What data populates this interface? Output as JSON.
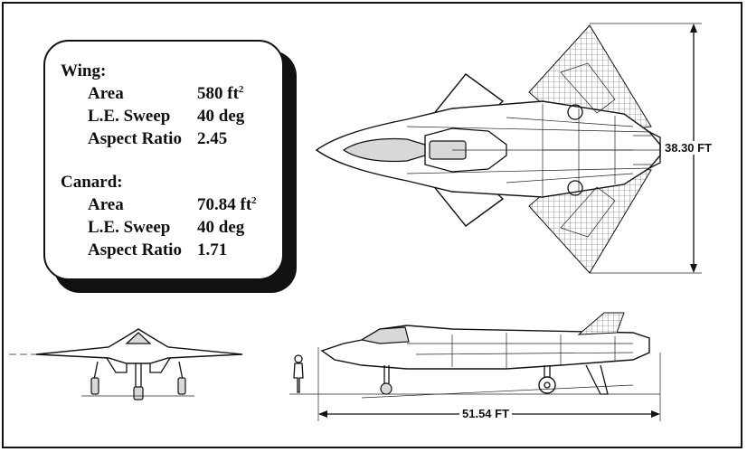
{
  "specs": {
    "wing": {
      "title": "Wing:",
      "rows": [
        {
          "label": "Area",
          "value": "580 ft",
          "sup": "2"
        },
        {
          "label": "L.E. Sweep",
          "value": "40 deg",
          "sup": ""
        },
        {
          "label": "Aspect Ratio",
          "value": "2.45",
          "sup": ""
        }
      ]
    },
    "canard": {
      "title": "Canard:",
      "rows": [
        {
          "label": "Area",
          "value": "70.84 ft",
          "sup": "2"
        },
        {
          "label": "L.E. Sweep",
          "value": "40 deg",
          "sup": ""
        },
        {
          "label": "Aspect Ratio",
          "value": "1.71",
          "sup": ""
        }
      ]
    }
  },
  "dimensions": {
    "span": "38.30 FT",
    "length": "51.54 FT"
  }
}
